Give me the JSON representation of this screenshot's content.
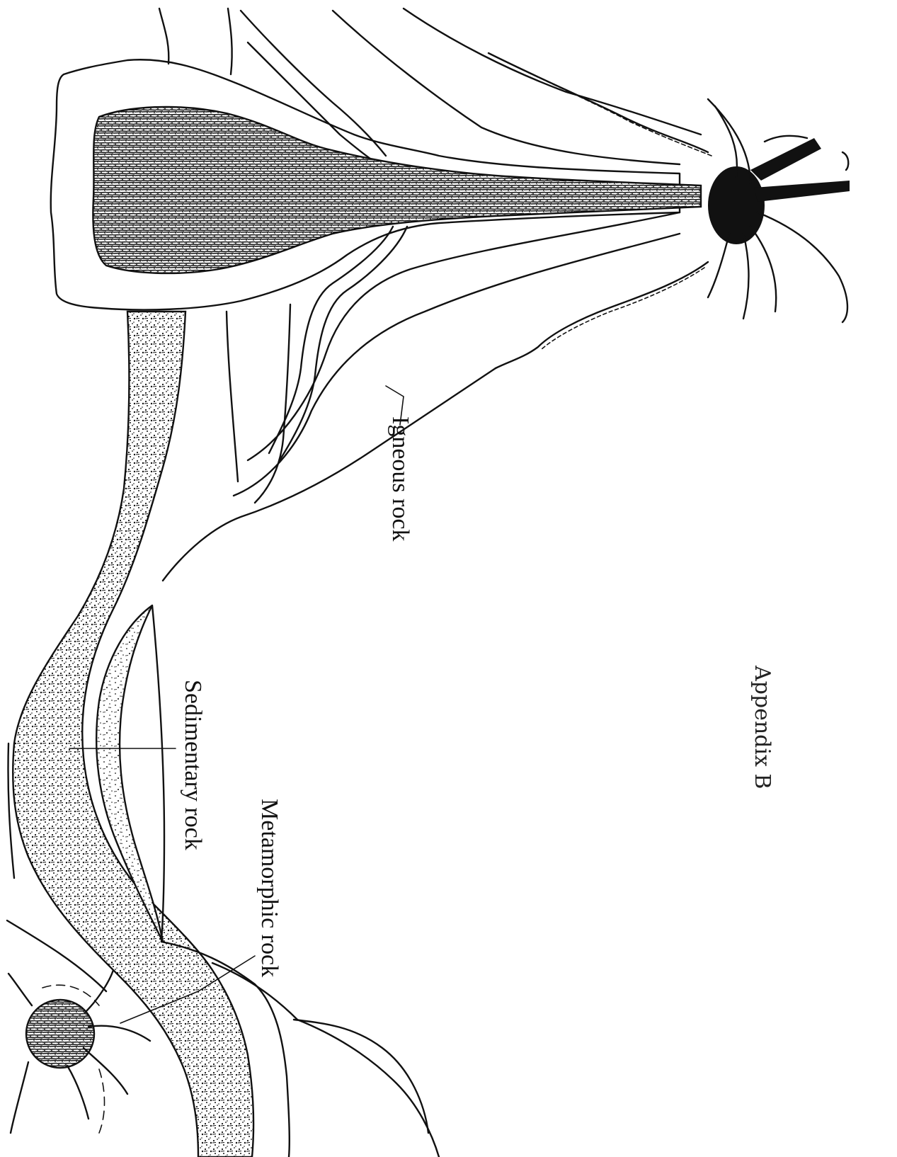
{
  "title": "Appendix B",
  "labels": {
    "igneous": "Igneous rock",
    "sedimentary": "Sedimentary rock",
    "metamorphic": "Metamorphic rock"
  },
  "colors": {
    "ink": "#111111",
    "paper": "#ffffff"
  }
}
